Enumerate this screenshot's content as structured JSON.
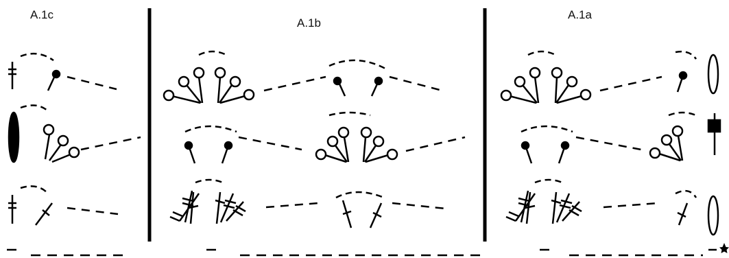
{
  "sections": [
    {
      "label": "A.1c"
    },
    {
      "label": "A.1b"
    },
    {
      "label": "A.1a"
    }
  ],
  "colors": {
    "ink": "#000000",
    "paper": "#ffffff"
  },
  "symbols": [
    "treble-crochet-symbol",
    "double-treble-crochet-symbol",
    "chain-stitch-symbol",
    "slip-stitch-symbol",
    "picot-symbol",
    "chain-loop-symbol",
    "start-star-symbol"
  ]
}
